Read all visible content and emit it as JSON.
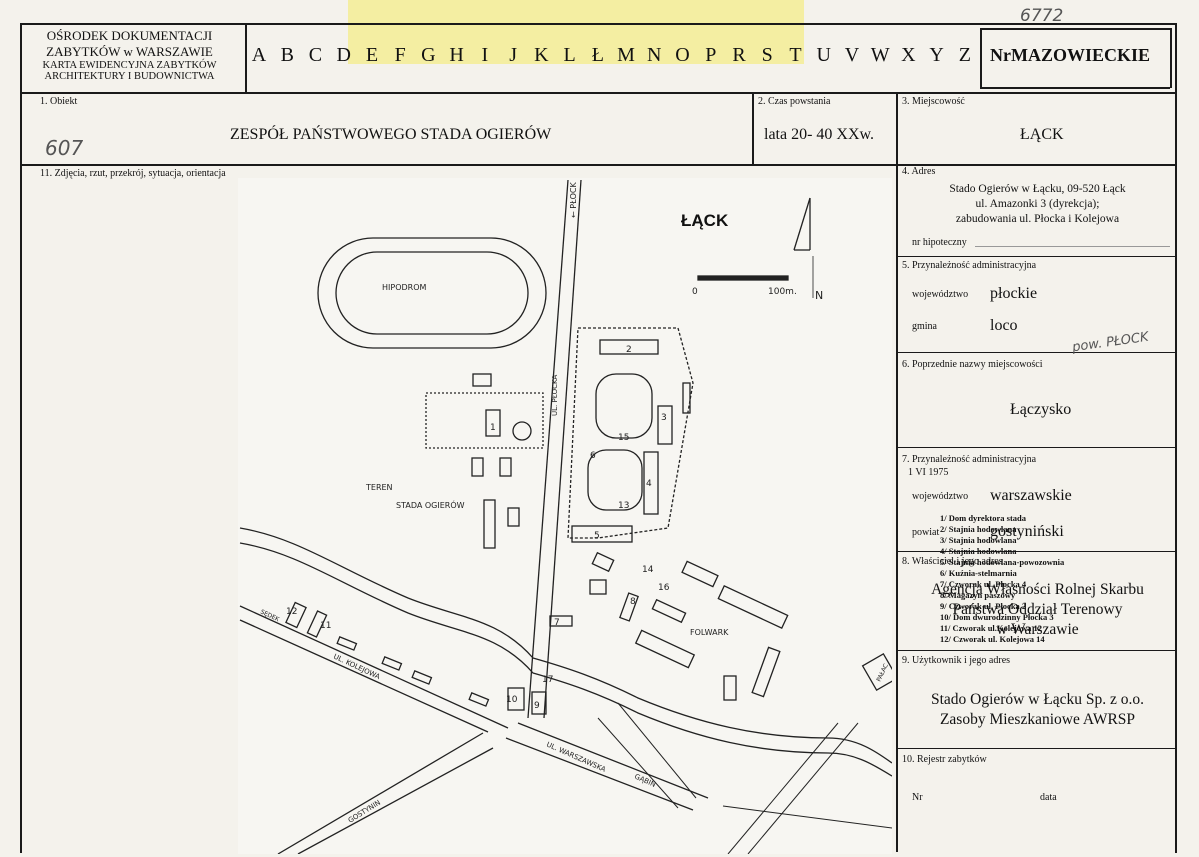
{
  "header": {
    "institution_line1": "OŚRODEK DOKUMENTACJI",
    "institution_line2": "ZABYTKÓW w WARSZAWIE",
    "institution_line3": "KARTA EWIDENCYJNA ZABYTKÓW",
    "institution_line4": "ARCHITEKTURY I BUDOWNICTWA",
    "letters": [
      "A",
      "B",
      "C",
      "D",
      "E",
      "F",
      "G",
      "H",
      "I",
      "J",
      "K",
      "L",
      "Ł",
      "M",
      "N",
      "O",
      "P",
      "R",
      "S",
      "T",
      "U",
      "V",
      "W",
      "X",
      "Y",
      "Z"
    ],
    "region": "NrMAZOWIECKIE",
    "archive_number": "6772"
  },
  "fields": {
    "obiekt_label": "1. Obiekt",
    "obiekt_value": "ZESPÓŁ PAŃSTWOWEGO STADA OGIERÓW",
    "handwritten_607": "607",
    "czas_label": "2. Czas powstania",
    "czas_value": "lata 20- 40 XXw.",
    "miejscowosc_label": "3. Miejscowość",
    "miejscowosc_value": "ŁĄCK",
    "zdjecia_label": "11. Zdjęcia, rzut, przekrój, sytuacja, orientacja",
    "adres_label": "4. Adres",
    "adres_line1": "Stado Ogierów w Łącku, 09-520 Łąck",
    "adres_line2": "ul. Amazonki 3 (dyrekcja);",
    "adres_line3": "zabudowania ul. Płocka i Kolejowa",
    "hipoteczny_label": "nr hipoteczny",
    "przyn_label": "5. Przynależność administracyjna",
    "woj_label": "województwo",
    "woj_value": "płockie",
    "gmina_label": "gmina",
    "gmina_value": "loco",
    "pow_handwritten": "pow. PŁOCK",
    "poprz_label": "6. Poprzednie nazwy miejscowości",
    "poprz_value": "Łączysko",
    "przyn75_label": "7. Przynależność administracyjna",
    "przyn75_date": "1 VI 1975",
    "woj75_label": "województwo",
    "woj75_value": "warszawskie",
    "powiat_label": "powiat",
    "powiat_value": "gostyniński",
    "wlasciciel_label": "8. Właściciel i jego adres",
    "wlasciciel_line1": "Agencja Własności Rolnej Skarbu",
    "wlasciciel_line2": "Państwa Oddział Terenowy",
    "wlasciciel_line3": "w Warszawie",
    "uzytkownik_label": "9. Użytkownik i jego adres",
    "uzytkownik_line1": "Stado Ogierów w Łącku Sp. z o.o.",
    "uzytkownik_line2": "Zasoby Mieszkaniowe AWRSP",
    "rejestr_label": "10. Rejestr zabytków",
    "nr_label": "Nr",
    "data_label": "data"
  },
  "map": {
    "title": "ŁĄCK",
    "hipodrom": "HIPODROM",
    "teren1": "TEREN",
    "teren2": "STADA OGIERÓW",
    "folwark": "FOLWARK",
    "palac": "PAŁAC",
    "plock_arrow": "← PŁOCK",
    "ul_plocka": "UL. PŁOCKA",
    "ul_kolejowa": "UL. KOLEJOWA",
    "ul_warszawska": "UL. WARSZAWSKA",
    "gabin": "GĄBIN",
    "gostynin": "GOSTYNIN",
    "sedek": "SĘDEK",
    "scale_zero": "0",
    "scale_end": "100m.",
    "north": "N",
    "legend": [
      "1/ Dom dyrektora stada",
      "2/ Stajnia hodowlana",
      "3/ Stajnia hodowlana",
      "4/ Stajnia hodowlana",
      "5/ Stajnia hodowlana-powozownia",
      "6/ Kuźnia-stelmarnia",
      "7/ Czworak ul. Płocka 4",
      "8/ Magazyn paszowy",
      "9/ Czworak ul. Płocka 2",
      "10/ Dom dwurodzinny Płocka 3",
      "11/ Czworak ul.Kolejowa 12",
      "12/ Czworak ul. Kolejowa 14"
    ],
    "numbers": [
      "1",
      "2",
      "3",
      "4",
      "5",
      "6",
      "7",
      "8",
      "9",
      "10",
      "11",
      "12",
      "13",
      "14",
      "15",
      "16",
      "17"
    ]
  }
}
